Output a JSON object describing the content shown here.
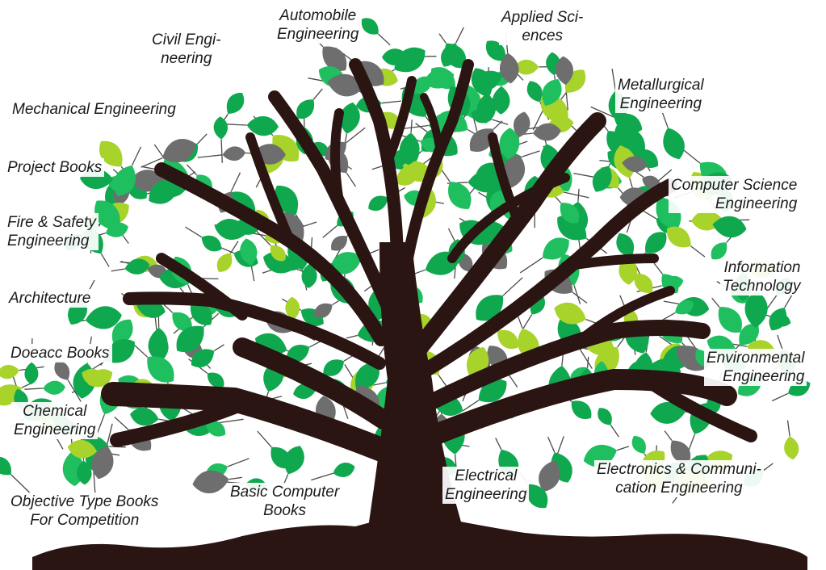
{
  "colors": {
    "trunk": "#2b1512",
    "leaf_green": "#10a84f",
    "leaf_mid": "#1fbf5f",
    "leaf_lime": "#a8d32a",
    "leaf_gray": "#6e6e6e",
    "twig": "#4a4a4a"
  },
  "categories": {
    "automobile": [
      "Automobile",
      "Engineering"
    ],
    "applied": [
      "Applied Sci-",
      "ences"
    ],
    "civil": [
      "Civil Engi-",
      "neering"
    ],
    "metallurgical": [
      "Metallurgical",
      "Engineering"
    ],
    "mechanical": [
      "Mechanical Engineering"
    ],
    "project": [
      "Project Books"
    ],
    "cse": [
      "Computer Science",
      "Engineering"
    ],
    "fire": [
      "Fire & Safety",
      "Engineering"
    ],
    "it": [
      "Information",
      "Technology"
    ],
    "architecture": [
      "Architecture"
    ],
    "doeacc": [
      "Doeacc Books"
    ],
    "environmental": [
      "Environmental",
      "Engineering"
    ],
    "chemical": [
      "Chemical",
      "Engineering"
    ],
    "electrical": [
      "Electrical",
      "Engineering"
    ],
    "electronics": [
      "Electronics  & Communi-",
      "cation Engineering"
    ],
    "objective": [
      "Objective Type Books",
      "For Competition"
    ],
    "basic": [
      "Basic Computer",
      "Books"
    ]
  }
}
